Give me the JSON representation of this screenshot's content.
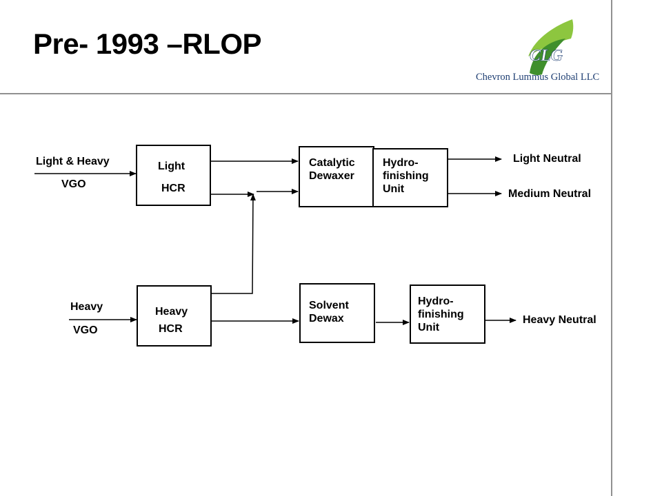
{
  "title": "Pre- 1993 –RLOP",
  "logo": {
    "monogram": "CLG",
    "company": "Chevron Lummus Global LLC",
    "colors": {
      "leaf_light": "#8dc63f",
      "leaf_dark": "#3f8f2c",
      "text": "#1f3f73"
    }
  },
  "inputs": {
    "light_heavy": {
      "line1": "Light & Heavy",
      "line2": "VGO"
    },
    "heavy": {
      "line1": "Heavy",
      "line2": "VGO"
    }
  },
  "units": {
    "light_hcr": {
      "line1": "Light",
      "line2": "HCR"
    },
    "heavy_hcr": {
      "line1": "Heavy",
      "line2": "HCR"
    },
    "catalytic_dewaxer": {
      "line1": "Catalytic",
      "line2": "Dewaxer"
    },
    "hydrofinishing_top": {
      "line1": "Hydro-",
      "line2": "finishing",
      "line3": "Unit"
    },
    "solvent_dewax": {
      "line1": "Solvent",
      "line2": "Dewax"
    },
    "hydrofinishing_bottom": {
      "line1": "Hydro-",
      "line2": "finishing",
      "line3": "Unit"
    }
  },
  "outputs": {
    "light_neutral": "Light Neutral",
    "medium_neutral": "Medium Neutral",
    "heavy_neutral": "Heavy Neutral"
  }
}
